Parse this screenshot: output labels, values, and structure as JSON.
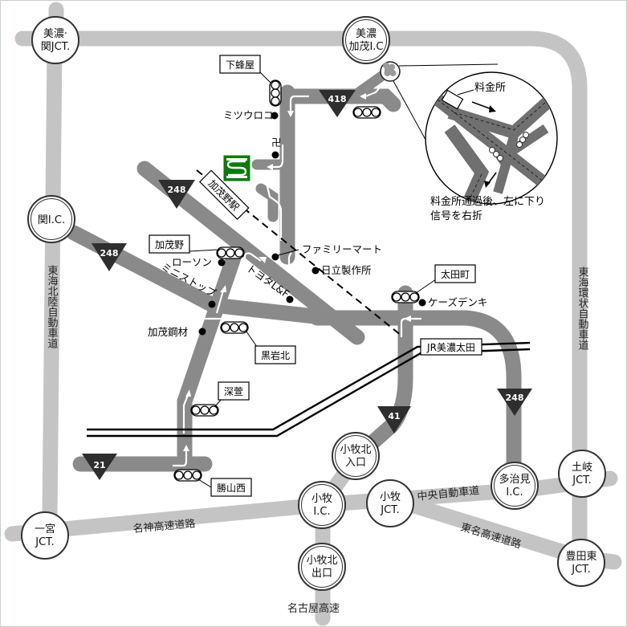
{
  "map": {
    "title": "Access map",
    "nodes": {
      "mino_seki_jct": [
        "美濃·",
        "関JCT."
      ],
      "mino_kamo_ic": [
        "美濃",
        "加茂I.C"
      ],
      "seki_ic": [
        "関I.C."
      ],
      "ichinomiya_jct": [
        "一宮",
        "JCT."
      ],
      "komaki_ic": [
        "小牧",
        "I.C."
      ],
      "komaki_jct": [
        "小牧",
        "JCT."
      ],
      "komakikita_iriguchi": [
        "小牧北",
        "入口"
      ],
      "komakikita_deguchi": [
        "小牧北",
        "出口"
      ],
      "tajimi_ic": [
        "多治見",
        "I.C."
      ],
      "toki_jct": [
        "土岐",
        "JCT."
      ],
      "toyotahigashi_jct": [
        "豊田東",
        "JCT."
      ]
    },
    "expressways": {
      "tokai_hokuriku": "東海北陸自動車道",
      "tokai_kanjo": "東海環状自動車道",
      "meishin": "名神高速道路",
      "chuo": "中央自動車道",
      "tomei": "東名高速道路",
      "nagoya": "名古屋高速"
    },
    "routes": {
      "r418": "418",
      "r248_a": "248",
      "r248_b": "248",
      "r248_c": "248",
      "r41": "41",
      "r21": "21"
    },
    "signals": {
      "shimohachiya": "下蜂屋",
      "kamono": "加茂野",
      "kuroiwakita": "黒岩北",
      "otamachi": "太田町",
      "fukase": "深萱",
      "katsuyamanishi": "勝山西"
    },
    "stations": {
      "kamono_eki": "加茂野駅",
      "jr_minoota": "JR美濃太田"
    },
    "pois": {
      "mitsuuroko": "ミツウロコ",
      "temple": "卍",
      "familymart": "ファミリーマート",
      "hitachi": "日立製作所",
      "lawson": "ローソン",
      "ministop": "ミニストップ",
      "toyota_lf": "トヨタL&F",
      "kamo_kozai": "加茂鋼材",
      "ksdenki": "ケーズデンキ"
    },
    "inset": {
      "tollgate": "料金所",
      "note_line1": "料金所通過後、左に下り",
      "note_line2": "信号を右折"
    },
    "colors": {
      "expressway": "#c4c4c4",
      "local_road": "#8a8a8a",
      "shield": "#2e2e2e",
      "destination_logo": "#0a7a0a"
    }
  }
}
